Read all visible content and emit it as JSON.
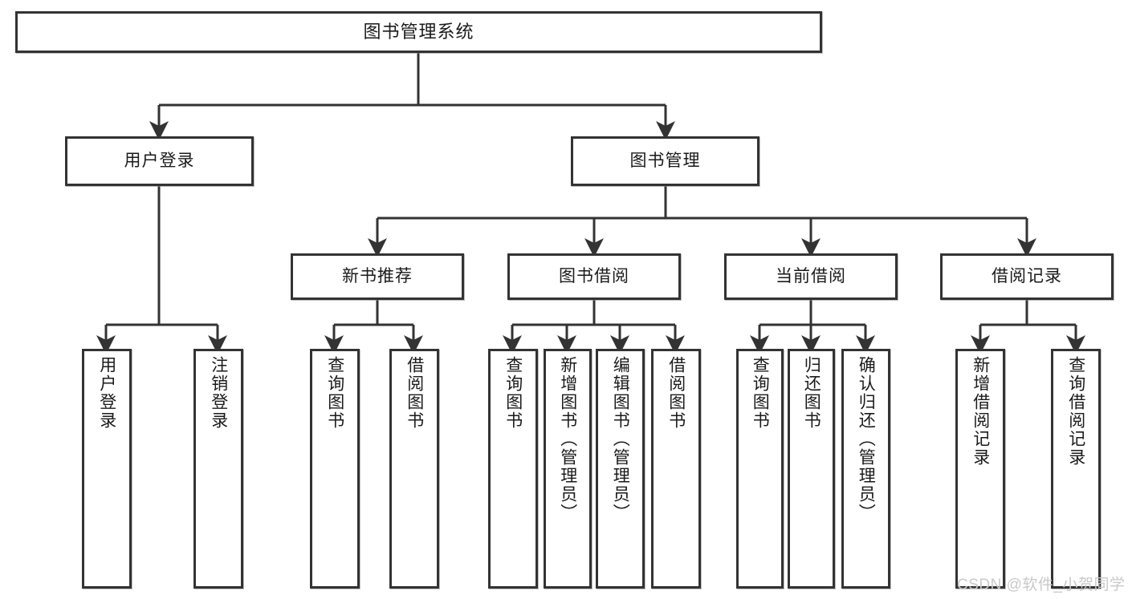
{
  "diagram": {
    "title": "图书管理系统",
    "type": "tree-hierarchy",
    "orientation": "top-down",
    "colors": {
      "box_border": "#333333",
      "box_fill": "#ffffff",
      "connector": "#333333",
      "text": "#1a1a1a",
      "watermark": "#c9c9c9",
      "background": "#ffffff"
    }
  },
  "root": {
    "label": "图书管理系统"
  },
  "level2": [
    {
      "label": "用户登录"
    },
    {
      "label": "图书管理"
    }
  ],
  "level3": [
    {
      "label": "新书推荐"
    },
    {
      "label": "图书借阅"
    },
    {
      "label": "当前借阅"
    },
    {
      "label": "借阅记录"
    }
  ],
  "leaves": {
    "user_login": [
      {
        "label": "用户登录"
      },
      {
        "label": "注销登录"
      }
    ],
    "new_book_recommend": [
      {
        "label": "查询图书"
      },
      {
        "label": "借阅图书"
      }
    ],
    "book_borrow": [
      {
        "label": "查询图书"
      },
      {
        "label": "新增图书（管理员）"
      },
      {
        "label": "编辑图书（管理员）"
      },
      {
        "label": "借阅图书"
      }
    ],
    "current_borrow": [
      {
        "label": "查询图书"
      },
      {
        "label": "归还图书"
      },
      {
        "label": "确认归还（管理员）"
      }
    ],
    "borrow_record": [
      {
        "label": "新增借阅记录"
      },
      {
        "label": "查询借阅记录"
      }
    ]
  },
  "watermark": {
    "text": "CSDN @软件_小贺同学"
  }
}
